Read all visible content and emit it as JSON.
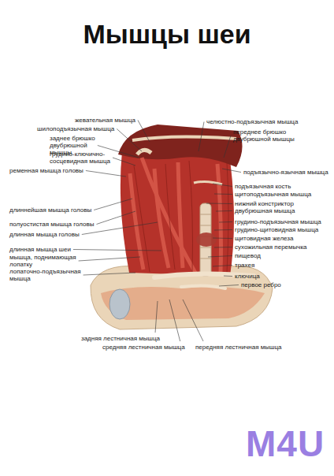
{
  "diagram": {
    "title": "Мышцы шеи",
    "labels": [
      "жевательная мышца",
      "шилоподъязычная мышца",
      "заднее брюшко двубрюшной мышцы",
      "грудино-ключично-сосцевидная мышца",
      "ременная мышца головы",
      "длиннейшая мышца головы",
      "полуостистая мышца головы",
      "длинная мышца головы",
      "длинная мышца шеи",
      "мышца, поднимающая лопатку",
      "лопаточно-подъязычная мышца",
      "челюстно-подъязычная мышца",
      "переднее брюшко двубрюшной мышцы",
      "подъязычно-язычная мышца",
      "подъязычная кость",
      "щитоподъязычная мышца",
      "нижний констриктор",
      "двубрюшная мышца",
      "грудино-подъязычная мышца",
      "грудино-щитовидная мышца",
      "щитовидная железа",
      "сухожильная перемычка",
      "пищевод",
      "трахея",
      "ключица",
      "первое ребро",
      "задняя лестничная мышца",
      "средняя лестничная мышца",
      "передняя лестничная мышца",
      "M4U"
    ]
  }
}
